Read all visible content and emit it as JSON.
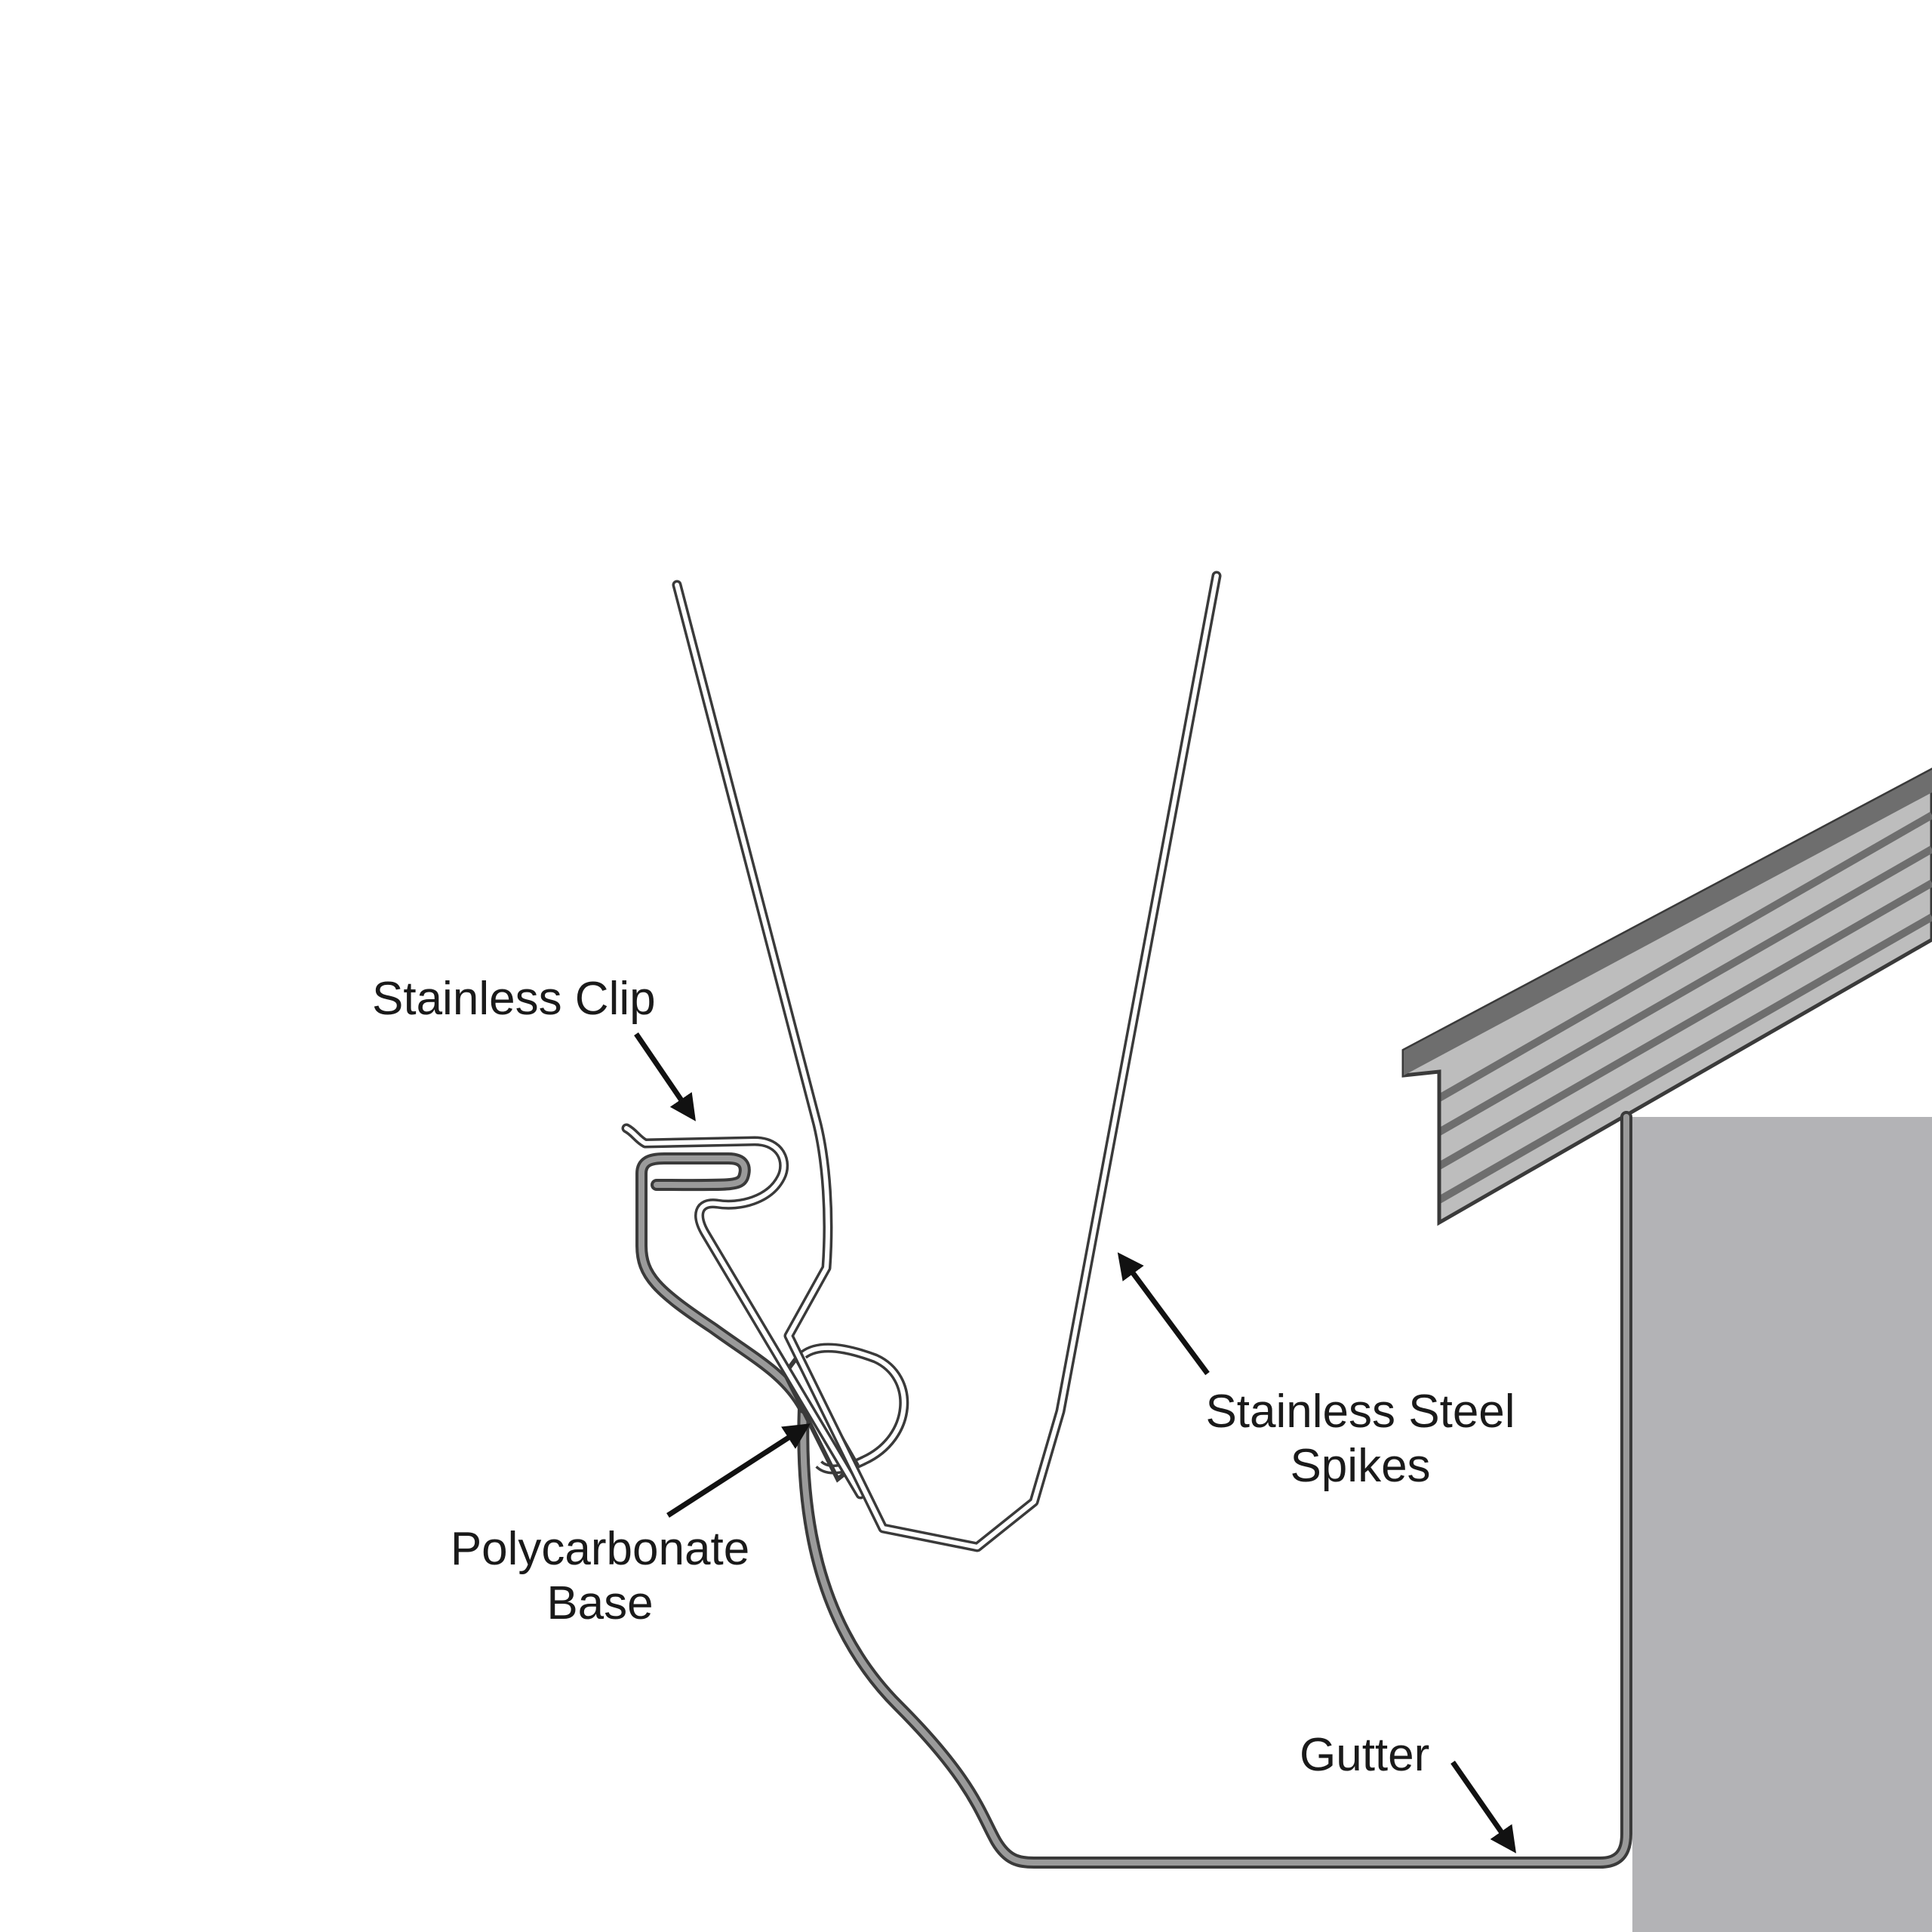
{
  "labels": {
    "stainless_clip": "Stainless Clip",
    "stainless_steel_spikes_line1": "Stainless Steel",
    "stainless_steel_spikes_line2": "Spikes",
    "polycarbonate_base_line1": "Polycarbonate",
    "polycarbonate_base_line2": "Base",
    "gutter": "Gutter"
  },
  "colors": {
    "background": "#ffffff",
    "line_dark": "#3a3a3a",
    "wall_gray": "#b3b3b6",
    "roof_dark": "#707070",
    "roof_light": "#bdbdbd",
    "gutter_fill": "#8f8f8f",
    "text": "#1a1a1a"
  }
}
